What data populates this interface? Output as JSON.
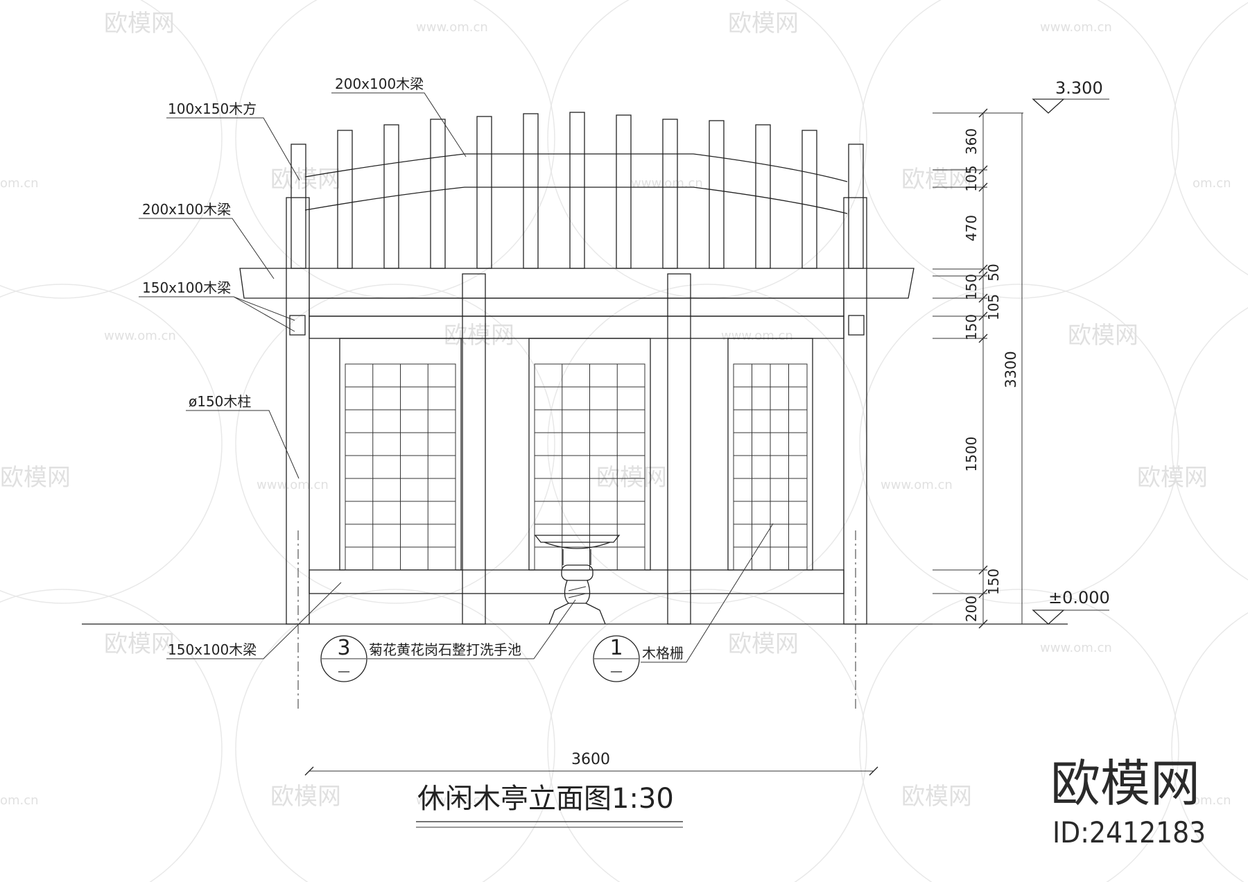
{
  "drawing": {
    "title": "休闲木亭立面图1:30",
    "labels": {
      "beam_top": "200x100木梁",
      "timber_square": "100x150木方",
      "beam_mid": "200x100木梁",
      "beam_small": "150x100木梁",
      "column": "ø150木柱",
      "beam_bottom": "150x100木梁",
      "basin": "菊花黄花岗石整打洗手池",
      "lattice": "木格栅"
    },
    "callouts": [
      {
        "number": "3",
        "sub": "—"
      },
      {
        "number": "1",
        "sub": "—"
      }
    ],
    "levels": {
      "top": "3.300",
      "ground": "±0.000"
    },
    "dimensions": {
      "segments": [
        "360",
        "105",
        "470",
        "50",
        "150",
        "105",
        "150",
        "1500",
        "150",
        "200"
      ],
      "total_height": "3300",
      "total_width": "3600"
    }
  },
  "watermark": {
    "brand": "欧模网",
    "url": "www.om.cn",
    "url_short": "om.cn",
    "id": "ID:2412183"
  }
}
